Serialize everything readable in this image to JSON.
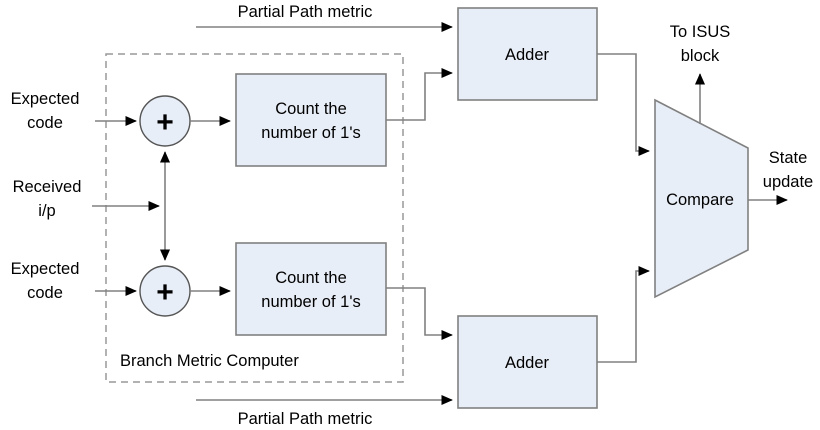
{
  "diagram": {
    "title": "Branch Metric Computer and Add-Compare-Select datapath",
    "colors": {
      "block_fill": "#e8eef7",
      "block_stroke": "#808080",
      "wire": "#808080",
      "dashed_group": "#999999",
      "text": "#000000",
      "background": "#ffffff"
    },
    "group": {
      "label": "Branch Metric Computer"
    },
    "blocks": [
      {
        "id": "count_top",
        "label_line1": "Count the",
        "label_line2": "number of 1's",
        "shape": "rect"
      },
      {
        "id": "count_bottom",
        "label_line1": "Count the",
        "label_line2": "number of 1's",
        "shape": "rect"
      },
      {
        "id": "adder_top",
        "label": "Adder",
        "shape": "rect"
      },
      {
        "id": "adder_bottom",
        "label": "Adder",
        "shape": "rect"
      },
      {
        "id": "compare",
        "label": "Compare",
        "shape": "trapezoid"
      },
      {
        "id": "sum_top",
        "label": "+",
        "shape": "circle"
      },
      {
        "id": "sum_bottom",
        "label": "+",
        "shape": "circle"
      }
    ],
    "labels": {
      "expected_code_top_l1": "Expected",
      "expected_code_top_l2": "code",
      "received_ip_l1": "Received",
      "received_ip_l2": "i/p",
      "expected_code_bottom_l1": "Expected",
      "expected_code_bottom_l2": "code",
      "partial_path_metric_top": "Partial Path metric",
      "partial_path_metric_bottom": "Partial Path metric",
      "to_isus_l1": "To ISUS",
      "to_isus_l2": "block",
      "state_update_l1": "State",
      "state_update_l2": "update",
      "adder_top": "Adder",
      "adder_bottom": "Adder",
      "compare": "Compare",
      "count_l1": "Count the",
      "count_l2": "number of 1's",
      "plus": "+",
      "group": "Branch Metric Computer"
    },
    "signals": [
      {
        "from": "Expected code (top)",
        "to": "sum_top"
      },
      {
        "from": "Received i/p",
        "to": "sum_top"
      },
      {
        "from": "Received i/p",
        "to": "sum_bottom"
      },
      {
        "from": "Expected code (bottom)",
        "to": "sum_bottom"
      },
      {
        "from": "sum_top",
        "to": "count_top"
      },
      {
        "from": "sum_bottom",
        "to": "count_bottom"
      },
      {
        "from": "count_top",
        "to": "adder_top"
      },
      {
        "from": "count_bottom",
        "to": "adder_bottom"
      },
      {
        "from": "Partial Path metric (top)",
        "to": "adder_top"
      },
      {
        "from": "Partial Path metric (bottom)",
        "to": "adder_bottom"
      },
      {
        "from": "adder_top",
        "to": "compare"
      },
      {
        "from": "adder_bottom",
        "to": "compare"
      },
      {
        "from": "compare",
        "to": "To ISUS block"
      },
      {
        "from": "compare",
        "to": "State update"
      }
    ]
  }
}
